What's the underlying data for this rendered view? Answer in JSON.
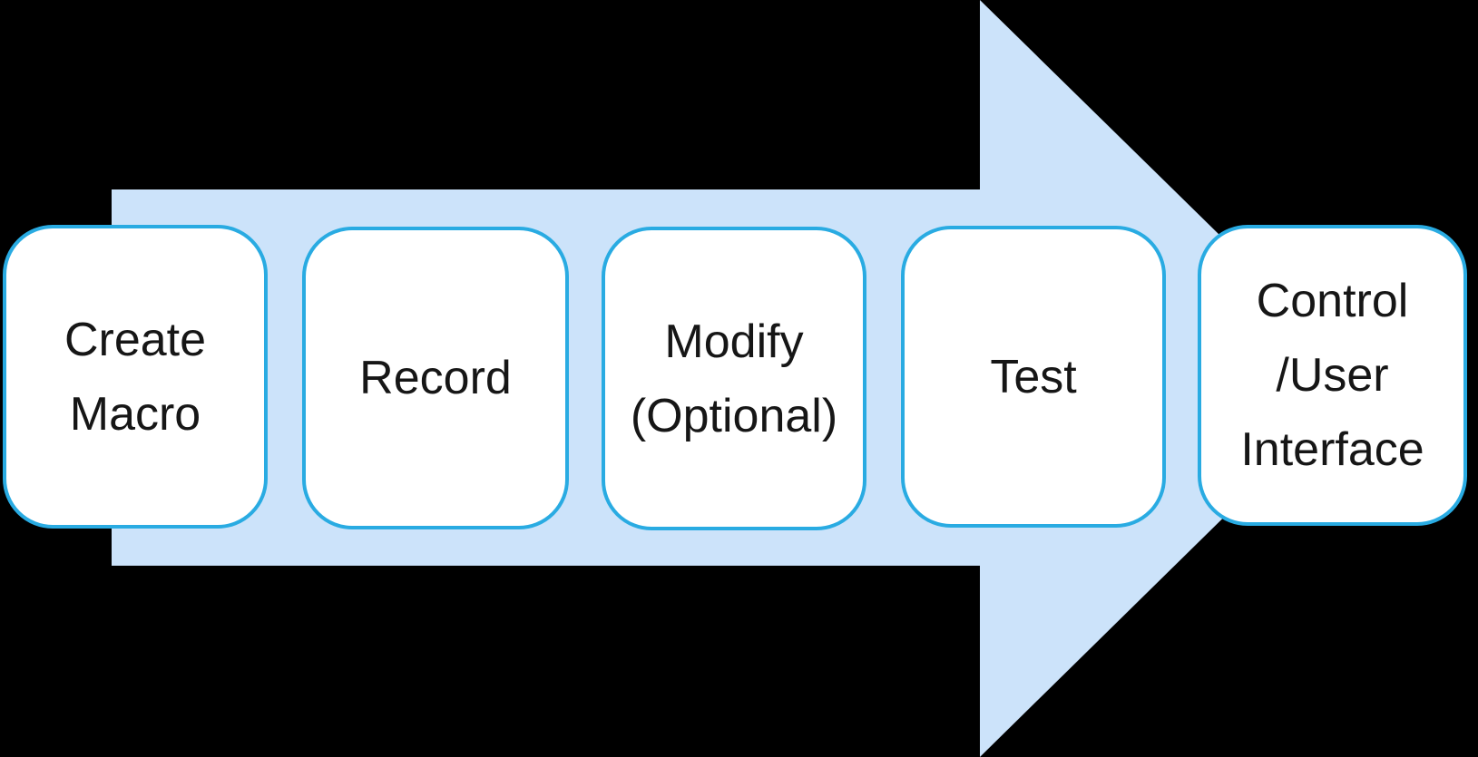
{
  "diagram": {
    "background_color": "#000000",
    "arrow": {
      "name": "process-flow-arrow",
      "direction": "right",
      "fill_color": "#cce3fa"
    },
    "box_style": {
      "border_color": "#29abe2",
      "fill_color": "#ffffff",
      "text_color": "#161616"
    },
    "steps": [
      {
        "id": "create-macro",
        "label": "Create Macro",
        "lines": [
          "Create",
          "Macro"
        ]
      },
      {
        "id": "record",
        "label": "Record",
        "lines": [
          "Record"
        ]
      },
      {
        "id": "modify-optional",
        "label": "Modify (Optional)",
        "lines": [
          "Modify",
          "(Optional)"
        ]
      },
      {
        "id": "test",
        "label": "Test",
        "lines": [
          "Test"
        ]
      },
      {
        "id": "control-user-interface",
        "label": "Control /User Interface",
        "lines": [
          "Control",
          "/User",
          "Interface"
        ]
      }
    ]
  }
}
